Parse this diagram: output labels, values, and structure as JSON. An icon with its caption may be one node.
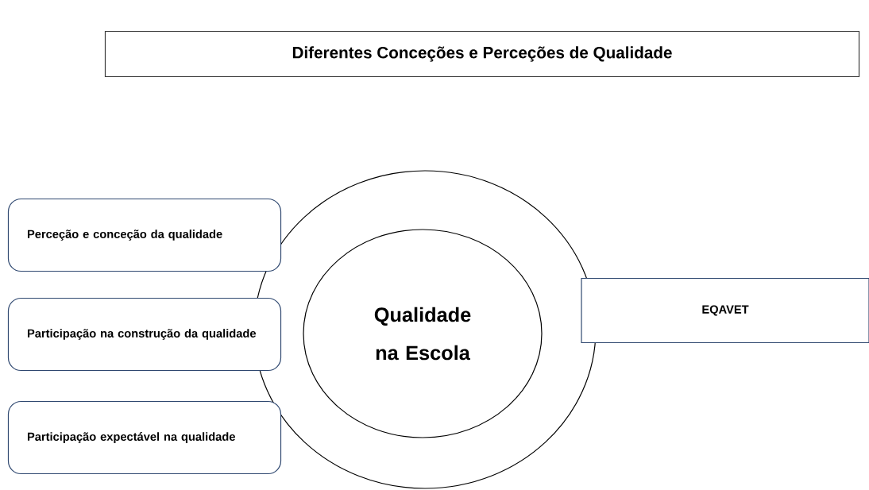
{
  "diagram": {
    "nodes": [
      {
        "text": [
          "Diferentes Conceções e Perceções de Qualidade"
        ]
      },
      {
        "text": [],
        "shape": "circle"
      },
      {
        "text": [
          "Qualidade na Escola"
        ],
        "in": 1
      },
      {
        "text": [
          "Perceção e conceção da qualidade"
        ]
      },
      {
        "text": [
          "Participação na construção da qualidade"
        ]
      },
      {
        "text": [
          "Participação expectável na qualidade"
        ]
      },
      {
        "text": [
          "EQAVET"
        ]
      }
    ]
  }
}
